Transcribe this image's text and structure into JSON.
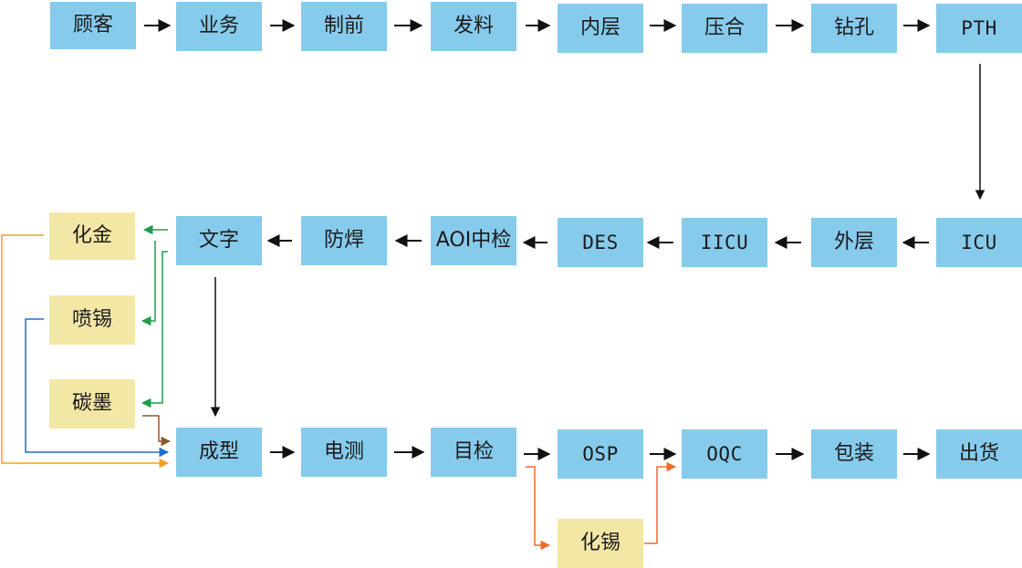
{
  "colors": {
    "process_fill": "#87cbec",
    "finish_fill": "#f3e7a6",
    "arrow_black": "#111111",
    "arrow_green": "#1b9e4b",
    "arrow_blue": "#1f6fc7",
    "arrow_orange": "#f2a01f",
    "arrow_brown": "#8b5a2b",
    "arrow_red_orange": "#ee6a2b"
  },
  "nodes": {
    "guke": "顾客",
    "yewu": "业务",
    "zhiqian": "制前",
    "faliao": "发料",
    "neiceng": "内层",
    "yahe": "压合",
    "zuankong": "钻孔",
    "pth": "PTH",
    "icu": "ICU",
    "waiceng": "外层",
    "iicu": "IICU",
    "des": "DES",
    "aoi": "AOI中检",
    "fanghan": "防焊",
    "wenzi": "文字",
    "huajin": "化金",
    "penxi": "喷锡",
    "tanmo": "碳墨",
    "chengxing": "成型",
    "dianche": "电测",
    "mujian": "目检",
    "osp": "OSP",
    "oqc": "OQC",
    "baozhuang": "包装",
    "chuhuo": "出货",
    "huaxi": "化锡"
  }
}
